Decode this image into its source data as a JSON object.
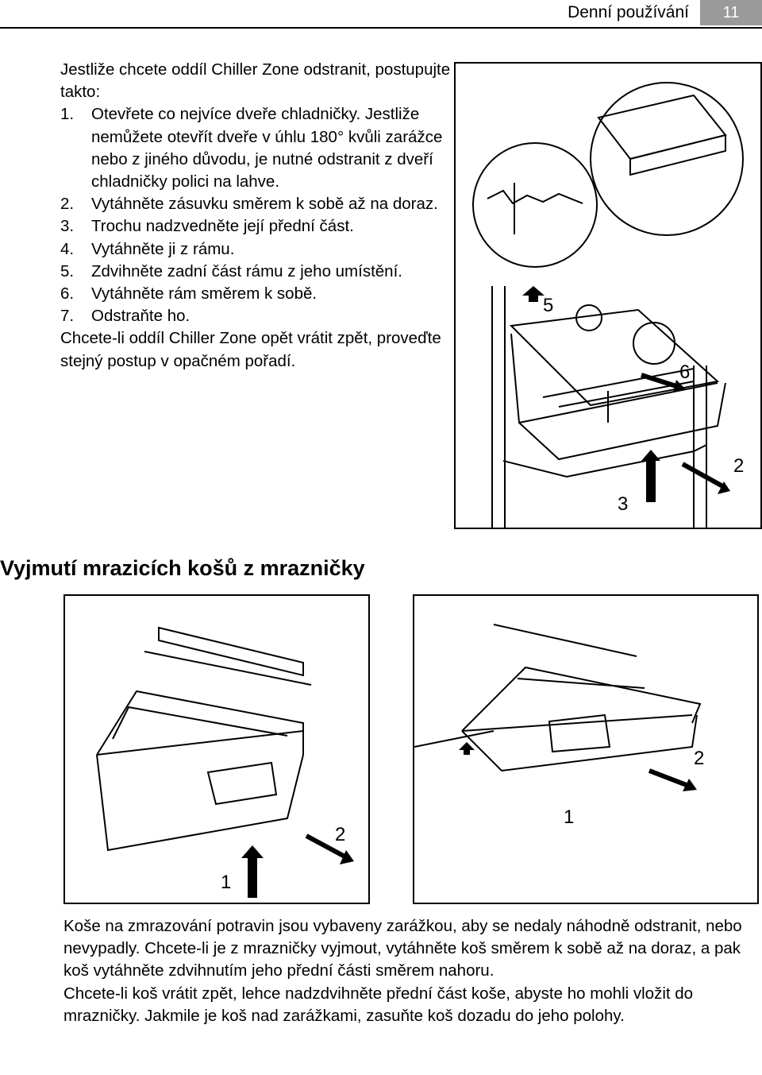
{
  "header": {
    "title": "Denní používání",
    "page_number": "11"
  },
  "intro": {
    "lead": "Jestliže chcete oddíl Chiller Zone odstranit, postupujte takto:",
    "steps": [
      {
        "num": "1.",
        "text": "Otevřete co nejvíce dveře chladničky. Jestliže nemůžete otevřít dveře v úhlu 180° kvůli zarážce nebo z jiného důvodu, je nutné odstranit z dveří chladničky polici na lahve."
      },
      {
        "num": "2.",
        "text": "Vytáhněte zásuvku směrem k sobě až na doraz."
      },
      {
        "num": "3.",
        "text": "Trochu nadzvedněte její přední část."
      },
      {
        "num": "4.",
        "text": "Vytáhněte ji z rámu."
      },
      {
        "num": "5.",
        "text": "Zdvihněte zadní část rámu z jeho umístění."
      },
      {
        "num": "6.",
        "text": "Vytáhněte rám směrem k sobě."
      },
      {
        "num": "7.",
        "text": "Odstraňte ho."
      }
    ],
    "closing": "Chcete-li oddíl Chiller Zone opět vrátit zpět, proveďte stejný postup v opačném pořadí."
  },
  "figure_chiller": {
    "labels": {
      "five": "5",
      "six": "6",
      "two": "2",
      "three": "3"
    }
  },
  "section": {
    "title": "Vyjmutí mrazicích košů z mrazničky"
  },
  "figure_basket_left": {
    "labels": {
      "two": "2",
      "one": "1"
    }
  },
  "figure_basket_right": {
    "labels": {
      "two": "2",
      "one": "1"
    }
  },
  "body": {
    "p1": "Koše na zmrazování potravin jsou vybaveny zarážkou, aby se nedaly náhodně odstranit, nebo nevypadly. Chcete-li je z mrazničky vyjmout, vytáhněte koš směrem k sobě až na doraz, a pak koš vytáhněte zdvihnutím jeho přední části směrem nahoru.",
    "p2": "Chcete-li koš vrátit zpět, lehce nadzdvihněte přední část koše, abyste ho mohli vložit do mrazničky. Jakmile je koš nad zarážkami, zasuňte koš dozadu do jeho polohy."
  },
  "colors": {
    "page_number_bg": "#9a9a9a",
    "text": "#000000"
  }
}
